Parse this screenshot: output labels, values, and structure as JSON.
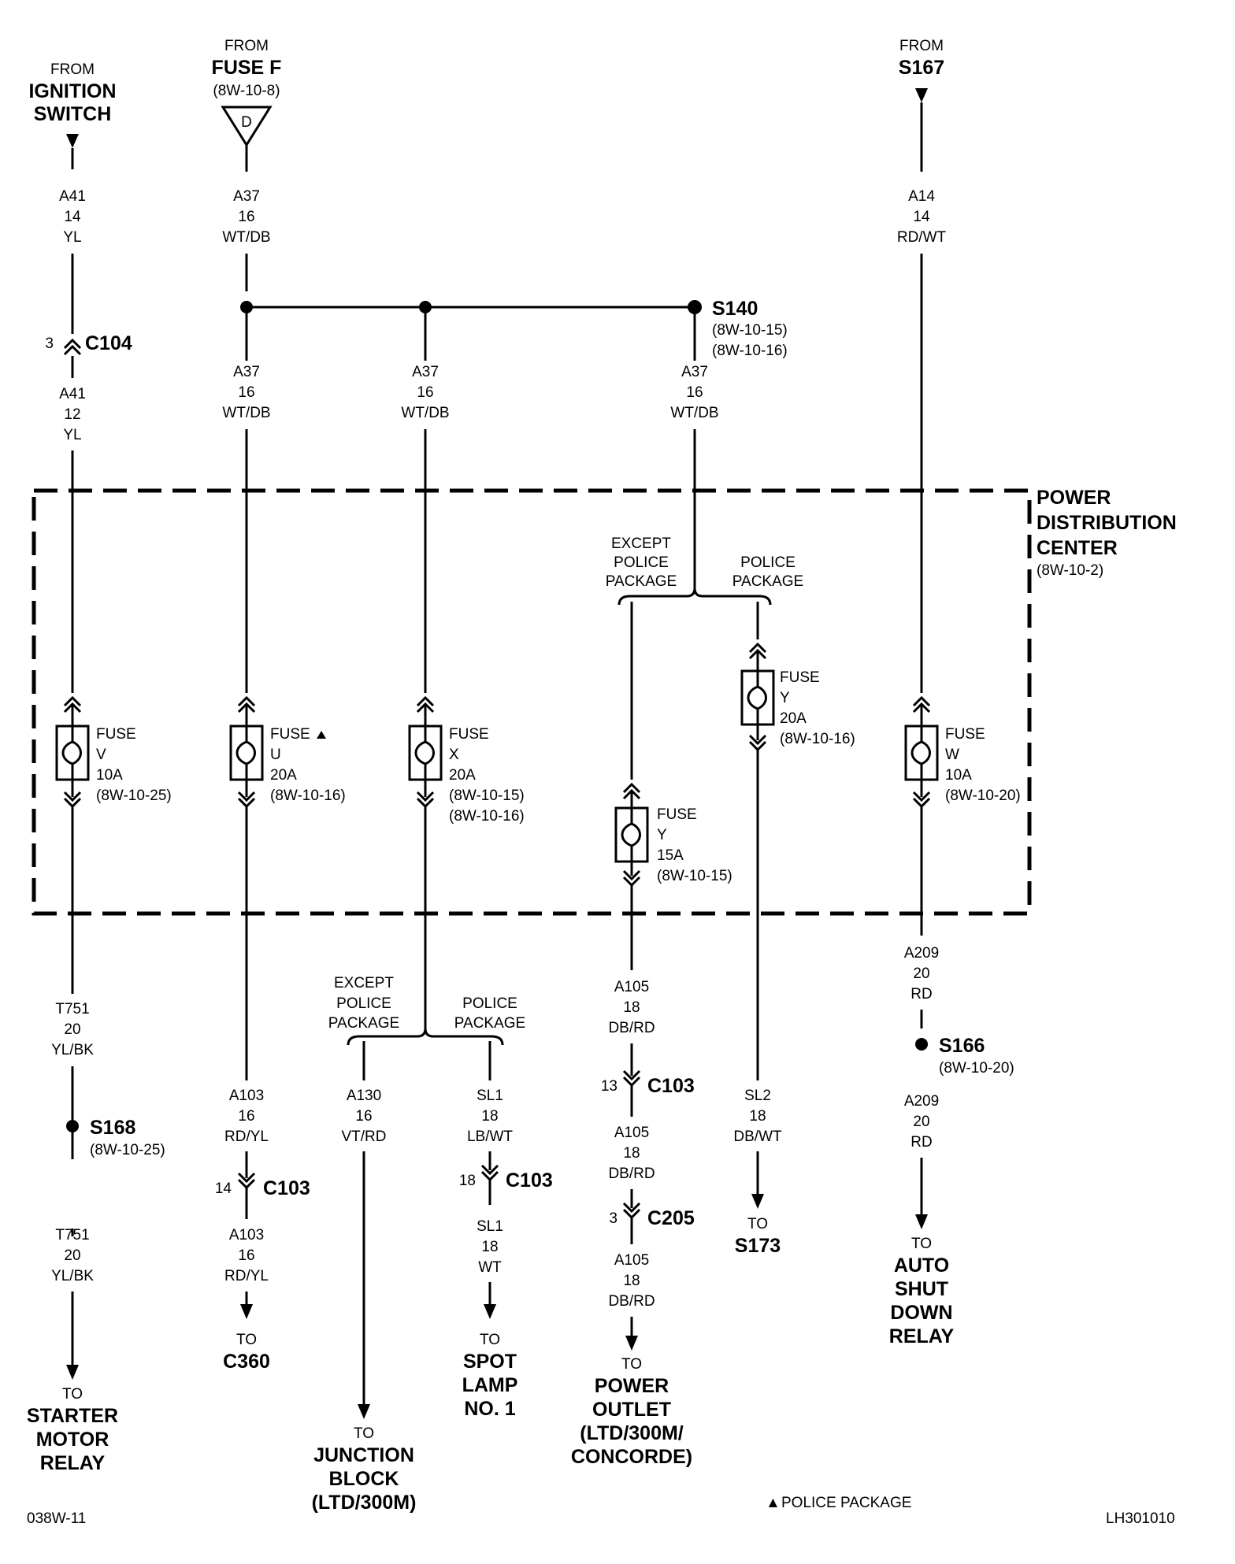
{
  "sources": {
    "ignition": {
      "from": "FROM",
      "l1": "IGNITION",
      "l2": "SWITCH"
    },
    "fuse_f": {
      "from": "FROM",
      "name": "FUSE F",
      "ref": "(8W-10-8)",
      "tri": "D"
    },
    "s167": {
      "from": "FROM",
      "name": "S167"
    }
  },
  "wires": {
    "a41_top": {
      "c": "A41",
      "g": "14",
      "col": "YL"
    },
    "a41_bot": {
      "c": "A41",
      "g": "12",
      "col": "YL"
    },
    "a37_top": {
      "c": "A37",
      "g": "16",
      "col": "WT/DB"
    },
    "a37_1": {
      "c": "A37",
      "g": "16",
      "col": "WT/DB"
    },
    "a37_2": {
      "c": "A37",
      "g": "16",
      "col": "WT/DB"
    },
    "a37_3": {
      "c": "A37",
      "g": "16",
      "col": "WT/DB"
    },
    "a14": {
      "c": "A14",
      "g": "14",
      "col": "RD/WT"
    },
    "t751_1": {
      "c": "T751",
      "g": "20",
      "col": "YL/BK"
    },
    "t751_2": {
      "c": "T751",
      "g": "20",
      "col": "YL/BK"
    },
    "a103_1": {
      "c": "A103",
      "g": "16",
      "col": "RD/YL"
    },
    "a103_2": {
      "c": "A103",
      "g": "16",
      "col": "RD/YL"
    },
    "a130": {
      "c": "A130",
      "g": "16",
      "col": "VT/RD"
    },
    "sl1_1": {
      "c": "SL1",
      "g": "18",
      "col": "LB/WT"
    },
    "sl1_2": {
      "c": "SL1",
      "g": "18",
      "col": "WT"
    },
    "a105_1": {
      "c": "A105",
      "g": "18",
      "col": "DB/RD"
    },
    "a105_2": {
      "c": "A105",
      "g": "18",
      "col": "DB/RD"
    },
    "a105_3": {
      "c": "A105",
      "g": "18",
      "col": "DB/RD"
    },
    "sl2": {
      "c": "SL2",
      "g": "18",
      "col": "DB/WT"
    },
    "a209_1": {
      "c": "A209",
      "g": "20",
      "col": "RD"
    },
    "a209_2": {
      "c": "A209",
      "g": "20",
      "col": "RD"
    }
  },
  "connectors": {
    "c104": {
      "pin": "3",
      "name": "C104"
    },
    "c103_a": {
      "pin": "14",
      "name": "C103"
    },
    "c103_b": {
      "pin": "18",
      "name": "C103"
    },
    "c103_c": {
      "pin": "13",
      "name": "C103"
    },
    "c205": {
      "pin": "3",
      "name": "C205"
    }
  },
  "splices": {
    "s140": {
      "name": "S140",
      "ref1": "(8W-10-15)",
      "ref2": "(8W-10-16)"
    },
    "s168": {
      "name": "S168",
      "ref1": "(8W-10-25)"
    },
    "s166": {
      "name": "S166",
      "ref1": "(8W-10-20)"
    }
  },
  "pdc": {
    "l1": "POWER",
    "l2": "DISTRIBUTION",
    "l3": "CENTER",
    "ref": "(8W-10-2)"
  },
  "fuses": {
    "v": {
      "l1": "FUSE",
      "l2": "V",
      "l3": "10A",
      "l4": "(8W-10-25)"
    },
    "u": {
      "l1": "FUSE",
      "l2": "U",
      "l3": "20A",
      "l4": "(8W-10-16)"
    },
    "x": {
      "l1": "FUSE",
      "l2": "X",
      "l3": "20A",
      "l4": "(8W-10-15)",
      "l5": "(8W-10-16)"
    },
    "y15": {
      "l1": "FUSE",
      "l2": "Y",
      "l3": "15A",
      "l4": "(8W-10-15)"
    },
    "y20": {
      "l1": "FUSE",
      "l2": "Y",
      "l3": "20A",
      "l4": "(8W-10-16)"
    },
    "w": {
      "l1": "FUSE",
      "l2": "W",
      "l3": "10A",
      "l4": "(8W-10-20)"
    }
  },
  "branches": {
    "top_except": {
      "l1": "EXCEPT",
      "l2": "POLICE",
      "l3": "PACKAGE"
    },
    "top_police": {
      "l1": "POLICE",
      "l2": "PACKAGE"
    },
    "bot_except": {
      "l1": "EXCEPT",
      "l2": "POLICE",
      "l3": "PACKAGE"
    },
    "bot_police": {
      "l1": "POLICE",
      "l2": "PACKAGE"
    }
  },
  "destinations": {
    "starter": {
      "to": "TO",
      "l1": "STARTER",
      "l2": "MOTOR",
      "l3": "RELAY"
    },
    "c360": {
      "to": "TO",
      "l1": "C360"
    },
    "junction": {
      "to": "TO",
      "l1": "JUNCTION",
      "l2": "BLOCK",
      "l3": "(LTD/300M)"
    },
    "spot": {
      "to": "TO",
      "l1": "SPOT",
      "l2": "LAMP",
      "l3": "NO. 1"
    },
    "outlet": {
      "to": "TO",
      "l1": "POWER",
      "l2": "OUTLET",
      "l3": "(LTD/300M/",
      "l4": "CONCORDE)"
    },
    "s173": {
      "to": "TO",
      "l1": "S173"
    },
    "asd": {
      "to": "TO",
      "l1": "AUTO",
      "l2": "SHUT",
      "l3": "DOWN",
      "l4": "RELAY"
    }
  },
  "footer": {
    "left_code": "038W-11",
    "note_marker": "▲",
    "note": "POLICE PACKAGE",
    "right_code": "LH301010"
  }
}
